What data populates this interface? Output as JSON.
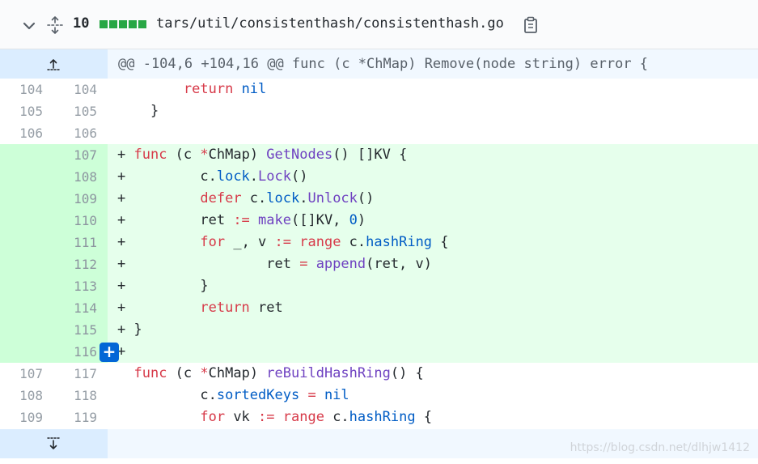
{
  "file_header": {
    "changes_count": "10",
    "file_path": "tars/util/consistenthash/consistenthash.go",
    "diffstat_color": "#28a745",
    "icons": {
      "collapse": "chevron-down-icon",
      "expand_all": "unfold-icon",
      "copy": "clipboard-icon"
    }
  },
  "hunk": {
    "header": "@@ -104,6 +104,16 @@ func (c *ChMap) Remove(node string) error {",
    "expand_icon": "expand-up-icon"
  },
  "lines": [
    {
      "old": "104",
      "new": "104",
      "type": "context",
      "tokens": [
        [
          "",
          "        "
        ],
        [
          "kw",
          "return"
        ],
        [
          "",
          " "
        ],
        [
          "cn",
          "nil"
        ]
      ]
    },
    {
      "old": "105",
      "new": "105",
      "type": "context",
      "tokens": [
        [
          "",
          "    }"
        ]
      ]
    },
    {
      "old": "106",
      "new": "106",
      "type": "context",
      "tokens": [
        [
          "",
          ""
        ]
      ]
    },
    {
      "old": "",
      "new": "107",
      "type": "added",
      "tokens": [
        [
          "plus",
          "+ "
        ],
        [
          "kw",
          "func"
        ],
        [
          "",
          " (c "
        ],
        [
          "kw",
          "*"
        ],
        [
          "",
          "ChMap) "
        ],
        [
          "fn",
          "GetNodes"
        ],
        [
          "",
          "() []KV {"
        ]
      ]
    },
    {
      "old": "",
      "new": "108",
      "type": "added",
      "tokens": [
        [
          "plus",
          "+ "
        ],
        [
          "",
          "        c."
        ],
        [
          "cn",
          "lock"
        ],
        [
          "",
          "."
        ],
        [
          "fn",
          "Lock"
        ],
        [
          "",
          "()"
        ]
      ]
    },
    {
      "old": "",
      "new": "109",
      "type": "added",
      "tokens": [
        [
          "plus",
          "+ "
        ],
        [
          "",
          "        "
        ],
        [
          "kw",
          "defer"
        ],
        [
          "",
          " c."
        ],
        [
          "cn",
          "lock"
        ],
        [
          "",
          "."
        ],
        [
          "fn",
          "Unlock"
        ],
        [
          "",
          "()"
        ]
      ]
    },
    {
      "old": "",
      "new": "110",
      "type": "added",
      "tokens": [
        [
          "plus",
          "+ "
        ],
        [
          "",
          "        ret "
        ],
        [
          "kw",
          ":="
        ],
        [
          "",
          " "
        ],
        [
          "fn",
          "make"
        ],
        [
          "",
          "([]KV, "
        ],
        [
          "cn",
          "0"
        ],
        [
          "",
          ")"
        ]
      ]
    },
    {
      "old": "",
      "new": "111",
      "type": "added",
      "tokens": [
        [
          "plus",
          "+ "
        ],
        [
          "",
          "        "
        ],
        [
          "kw",
          "for"
        ],
        [
          "",
          " _, v "
        ],
        [
          "kw",
          ":="
        ],
        [
          "",
          " "
        ],
        [
          "kw",
          "range"
        ],
        [
          "",
          " c."
        ],
        [
          "cn",
          "hashRing"
        ],
        [
          "",
          " {"
        ]
      ]
    },
    {
      "old": "",
      "new": "112",
      "type": "added",
      "tokens": [
        [
          "plus",
          "+ "
        ],
        [
          "",
          "                ret "
        ],
        [
          "kw",
          "="
        ],
        [
          "",
          " "
        ],
        [
          "fn",
          "append"
        ],
        [
          "",
          "(ret, v)"
        ]
      ]
    },
    {
      "old": "",
      "new": "113",
      "type": "added",
      "tokens": [
        [
          "plus",
          "+ "
        ],
        [
          "",
          "        }"
        ]
      ]
    },
    {
      "old": "",
      "new": "114",
      "type": "added",
      "tokens": [
        [
          "plus",
          "+ "
        ],
        [
          "",
          "        "
        ],
        [
          "kw",
          "return"
        ],
        [
          "",
          " ret"
        ]
      ]
    },
    {
      "old": "",
      "new": "115",
      "type": "added",
      "tokens": [
        [
          "plus",
          "+ "
        ],
        [
          "",
          "}"
        ]
      ]
    },
    {
      "old": "",
      "new": "116",
      "type": "added",
      "tokens": [
        [
          "plus",
          "+"
        ]
      ]
    },
    {
      "old": "107",
      "new": "117",
      "type": "context",
      "tokens": [
        [
          "",
          "  "
        ],
        [
          "kw",
          "func"
        ],
        [
          "",
          " (c "
        ],
        [
          "kw",
          "*"
        ],
        [
          "",
          "ChMap) "
        ],
        [
          "fn",
          "reBuildHashRing"
        ],
        [
          "",
          "() {"
        ]
      ]
    },
    {
      "old": "108",
      "new": "118",
      "type": "context",
      "tokens": [
        [
          "",
          "          c."
        ],
        [
          "cn",
          "sortedKeys"
        ],
        [
          "",
          " "
        ],
        [
          "kw",
          "="
        ],
        [
          "",
          " "
        ],
        [
          "cn",
          "nil"
        ]
      ]
    },
    {
      "old": "109",
      "new": "119",
      "type": "context",
      "tokens": [
        [
          "",
          "          "
        ],
        [
          "kw",
          "for"
        ],
        [
          "",
          " vk "
        ],
        [
          "kw",
          ":="
        ],
        [
          "",
          " "
        ],
        [
          "kw",
          "range"
        ],
        [
          "",
          " c."
        ],
        [
          "cn",
          "hashRing"
        ],
        [
          "",
          " {"
        ]
      ]
    }
  ],
  "add_comment": {
    "label": "+"
  },
  "bottom_expander": {
    "expand_icon": "expand-down-icon"
  },
  "watermark": "https://blog.csdn.net/dlhjw1412"
}
